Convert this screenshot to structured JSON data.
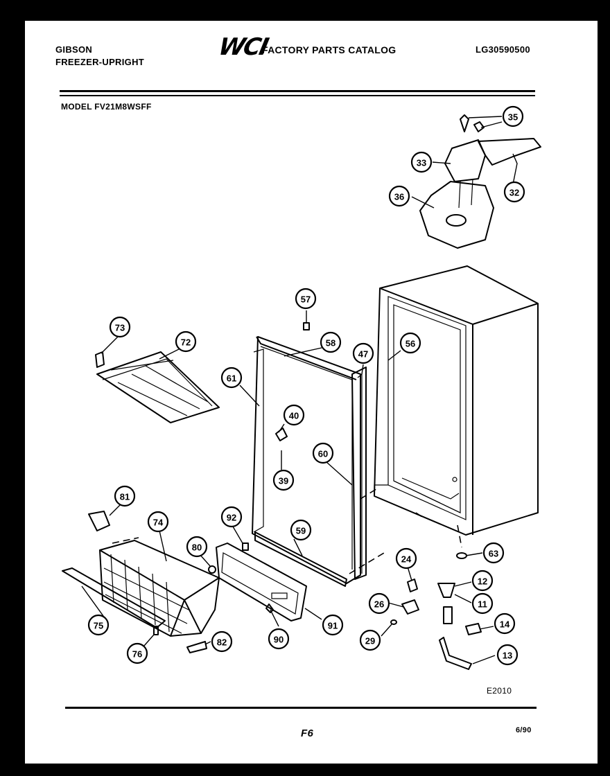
{
  "header": {
    "brand": "GIBSON",
    "product": "FREEZER-UPRIGHT",
    "logo": "WCI",
    "catalog_title": "FACTORY PARTS CATALOG",
    "catalog_number": "LG30590500",
    "model": "MODEL FV21M8WSFF"
  },
  "footer": {
    "drawing_code": "E2010",
    "page": "F6",
    "date": "6/90"
  },
  "callouts": [
    {
      "n": "35"
    },
    {
      "n": "33"
    },
    {
      "n": "32"
    },
    {
      "n": "36"
    },
    {
      "n": "57"
    },
    {
      "n": "73"
    },
    {
      "n": "72"
    },
    {
      "n": "58"
    },
    {
      "n": "47"
    },
    {
      "n": "56"
    },
    {
      "n": "61"
    },
    {
      "n": "40"
    },
    {
      "n": "60"
    },
    {
      "n": "39"
    },
    {
      "n": "81"
    },
    {
      "n": "74"
    },
    {
      "n": "92"
    },
    {
      "n": "59"
    },
    {
      "n": "80"
    },
    {
      "n": "24"
    },
    {
      "n": "63"
    },
    {
      "n": "12"
    },
    {
      "n": "26"
    },
    {
      "n": "11"
    },
    {
      "n": "75"
    },
    {
      "n": "91"
    },
    {
      "n": "14"
    },
    {
      "n": "29"
    },
    {
      "n": "90"
    },
    {
      "n": "82"
    },
    {
      "n": "76"
    },
    {
      "n": "13"
    }
  ]
}
